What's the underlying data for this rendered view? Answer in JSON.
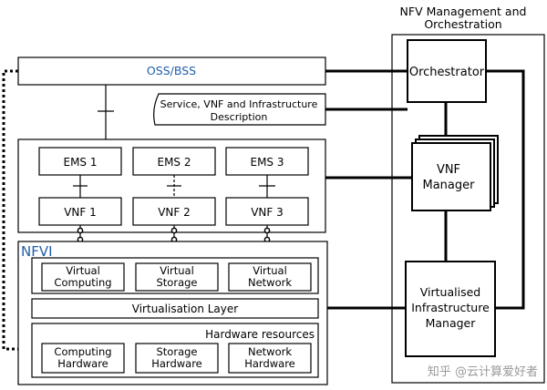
{
  "nfv_mano": {
    "title_line1": "NFV Management and",
    "title_line2": "Orchestration"
  },
  "oss_bss": "OSS/BSS",
  "description": {
    "line1": "Service, VNF and Infrastructure",
    "line2": "Description"
  },
  "orchestrator": "Orchestrator",
  "vnf_manager": {
    "line1": "VNF",
    "line2": "Manager"
  },
  "vim": {
    "line1": "Virtualised",
    "line2": "Infrastructure",
    "line3": "Manager"
  },
  "ems": [
    "EMS 1",
    "EMS 2",
    "EMS 3"
  ],
  "vnf": [
    "VNF 1",
    "VNF 2",
    "VNF 3"
  ],
  "nfvi": {
    "label": "NFVI",
    "virtual": [
      {
        "line1": "Virtual",
        "line2": "Computing"
      },
      {
        "line1": "Virtual",
        "line2": "Storage"
      },
      {
        "line1": "Virtual",
        "line2": "Network"
      }
    ],
    "virtualisation_layer": "Virtualisation Layer",
    "hardware_resources": "Hardware resources",
    "hardware": [
      {
        "line1": "Computing",
        "line2": "Hardware"
      },
      {
        "line1": "Storage",
        "line2": "Hardware"
      },
      {
        "line1": "Network",
        "line2": "Hardware"
      }
    ]
  },
  "watermark": "知乎 @云计算爱好者"
}
